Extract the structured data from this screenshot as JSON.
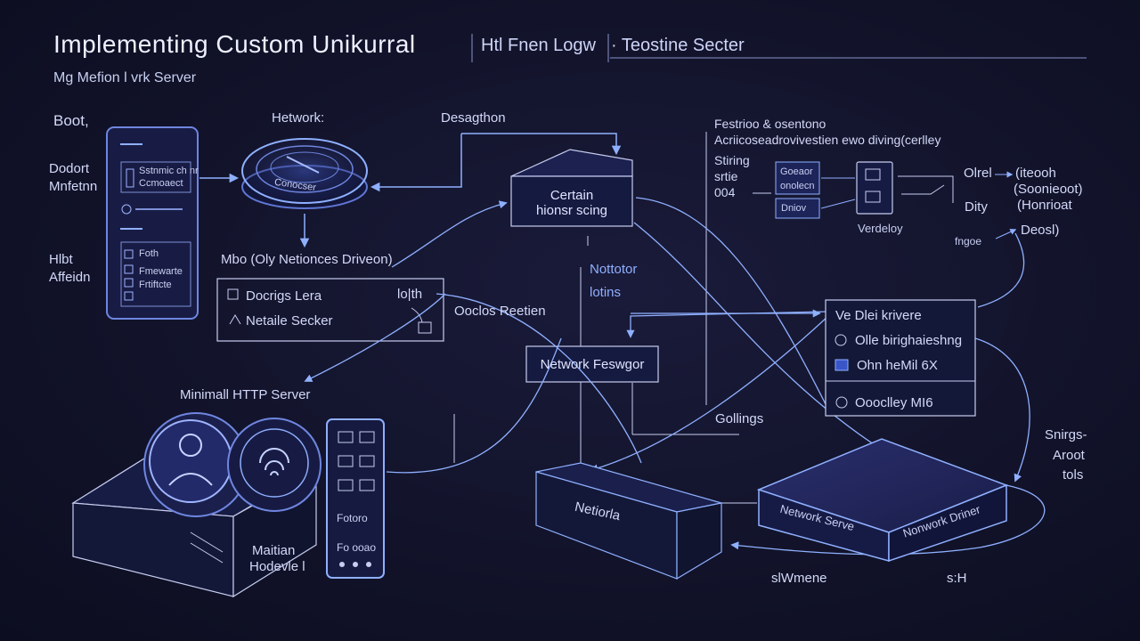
{
  "header": {
    "title": "Implementing Custom Unikurral",
    "subtitle": "Mg Mefion l vrk Server",
    "right_text_1": "Htl Fnen Logw",
    "right_text_2": "· Teostine Secter"
  },
  "left": {
    "boot_label": "Boot,",
    "dodort_label": "Dodort\nMnfetnn",
    "hlbt_label": "Hlbt\nAffeidn",
    "phone_items": [
      "Sstnmic ch nr",
      "Ccmoaect",
      "Foth",
      "Fmewarte",
      "Frtiftcte"
    ]
  },
  "network": {
    "label": "Hetwork:",
    "disk_text": "Conocser",
    "driven_label": "Mbo (Oly Netionces Driveon)",
    "panel_items": [
      "Docrigs Lera",
      "Netaile Secker"
    ],
    "panel_right": "lo|th"
  },
  "center": {
    "desagthon_label": "Desagthon",
    "certain_box": [
      "Certain",
      "hionsr scing"
    ],
    "notto_label": [
      "Nottotor",
      "lotins"
    ],
    "ooclos_label": "Ooclos Reetien",
    "network_box": "Network Feswgor",
    "gollings_label": "Gollings"
  },
  "http": {
    "label": "Minimall HTTP Server",
    "phone_texts": [
      "Fotoro",
      "Fo ooao"
    ],
    "box_text": [
      "Maitian",
      "Hodevle l"
    ]
  },
  "top_right": {
    "heading": [
      "Festrioo & osentono",
      "Acriicoseadrovivestien ewo diving(cerlley"
    ],
    "left_labels": [
      "Stiring",
      "srtie",
      "004"
    ],
    "mini_boxes": [
      "Goeaor",
      "onolecn",
      "Dniov"
    ],
    "verbosity_label": "Verdeloy",
    "outputs": [
      "Olrel",
      "(iteooh",
      "(Soonieoot)",
      "(Honrioat",
      "Dity",
      "Deosl)"
    ],
    "fngoe_label": "fngoe"
  },
  "driver_panel": {
    "title": "Ve Dlei krivere",
    "items": [
      "Olle birighaieshng",
      "Ohn heMil 6X",
      "Oooclley MI6"
    ]
  },
  "bottom_right": {
    "box1": "Netiorla",
    "box2_front": "Network Serve",
    "box2_right": "Nonwork Driner",
    "smirga": [
      "Snirgs-",
      "Aroot",
      "tols"
    ],
    "bottom_1": "slWmene",
    "bottom_2": "s:H"
  },
  "colors": {
    "background": "#12132a",
    "line": "#7fa6ff",
    "box_stroke": "#7d8fd6",
    "accent": "#8fb0ff"
  }
}
